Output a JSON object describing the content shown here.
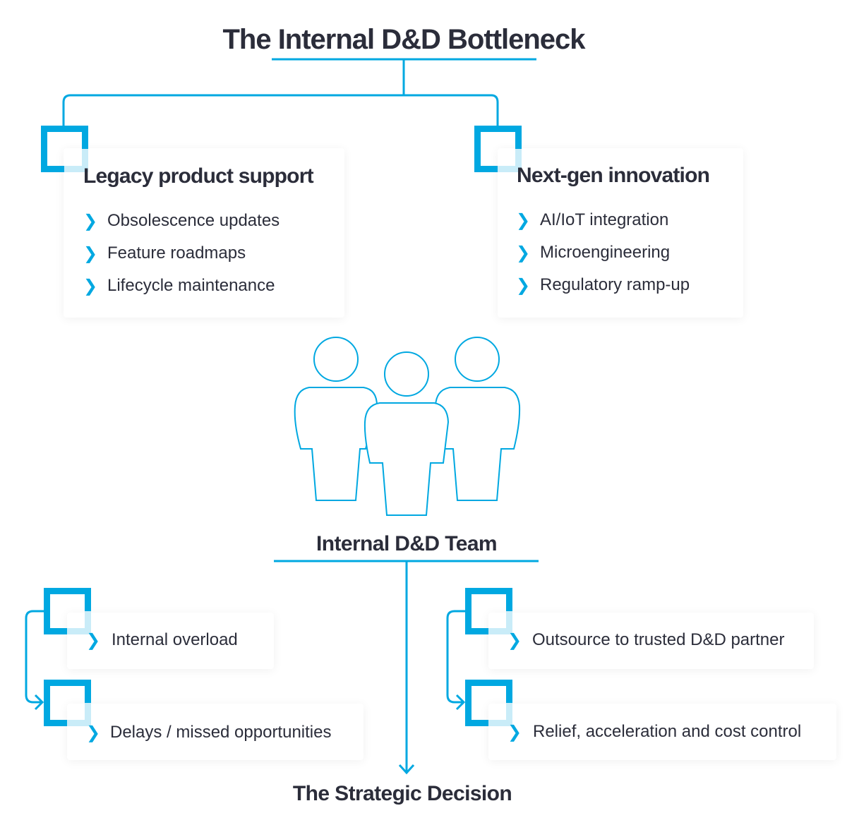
{
  "title": "The Internal D&D Bottleneck",
  "colors": {
    "accent": "#00a8e1",
    "accent_light": "#c9ecf8",
    "text": "#2b2d3a"
  },
  "left_card": {
    "title": "Legacy product support",
    "items": [
      "Obsolescence updates",
      "Feature roadmaps",
      "Lifecycle maintenance"
    ]
  },
  "right_card": {
    "title": "Next-gen innovation",
    "items": [
      "AI/IoT integration",
      "Microengineering",
      "Regulatory ramp-up"
    ]
  },
  "team_label": "Internal D&D Team",
  "outcomes_left": [
    "Internal overload",
    "Delays / missed opportunities"
  ],
  "outcomes_right": [
    "Outsource to trusted D&D partner",
    "Relief, acceleration and cost control"
  ],
  "bottom_label": "The Strategic Decision",
  "chevron": "❯"
}
